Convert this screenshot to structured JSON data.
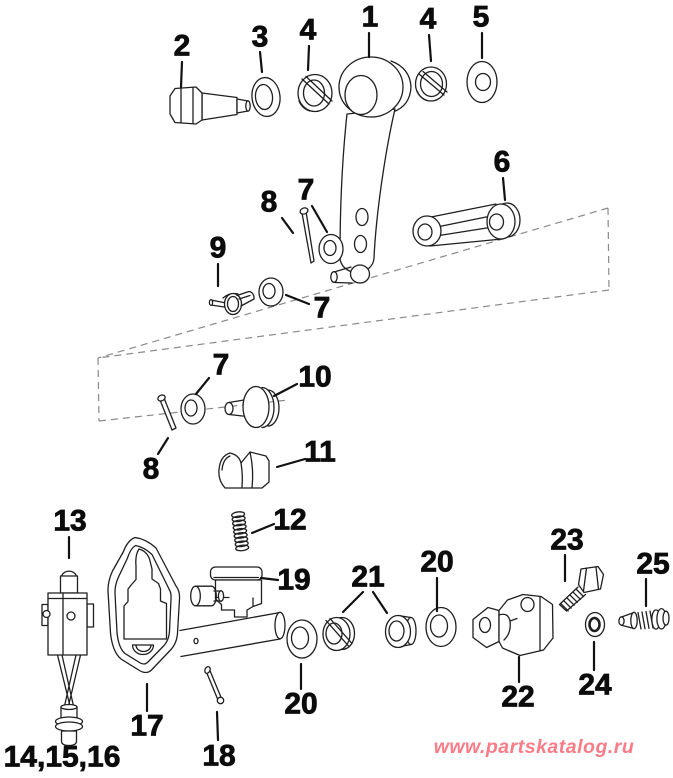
{
  "page": {
    "background_color": "#ffffff",
    "watermark": {
      "text": "www.partskatalog.ru",
      "color": "#f97c86"
    }
  },
  "diagram": {
    "description": "exploded parts diagram with numbered callouts",
    "line_color": "#1f1f1f",
    "construction_line_color": "#8a8a8a",
    "callout_color": "#0c0c0c",
    "callouts": [
      {
        "text": "1"
      },
      {
        "text": "2"
      },
      {
        "text": "3"
      },
      {
        "text": "4"
      },
      {
        "text": "4"
      },
      {
        "text": "5"
      },
      {
        "text": "6"
      },
      {
        "text": "7"
      },
      {
        "text": "8"
      },
      {
        "text": "9"
      },
      {
        "text": "7"
      },
      {
        "text": "7"
      },
      {
        "text": "10"
      },
      {
        "text": "8"
      },
      {
        "text": "11"
      },
      {
        "text": "12"
      },
      {
        "text": "13"
      },
      {
        "text": "19"
      },
      {
        "text": "21"
      },
      {
        "text": "20"
      },
      {
        "text": "23"
      },
      {
        "text": "25"
      },
      {
        "text": "20"
      },
      {
        "text": "22"
      },
      {
        "text": "24"
      },
      {
        "text": "17"
      },
      {
        "text": "18"
      },
      {
        "text": "14,15,16"
      }
    ]
  }
}
